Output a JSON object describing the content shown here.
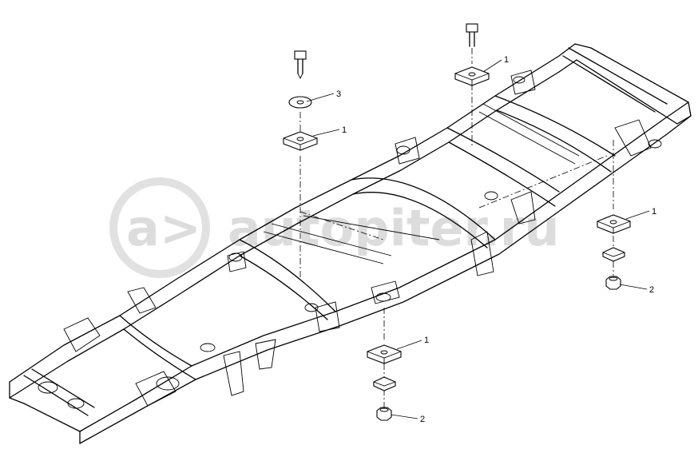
{
  "watermark": {
    "text": "autopiter.ru",
    "logo_glyph": "a>"
  },
  "callouts": [
    {
      "id": "c1a",
      "number": "1"
    },
    {
      "id": "c1b",
      "number": "1"
    },
    {
      "id": "c1c",
      "number": "1"
    },
    {
      "id": "c1d",
      "number": "1"
    },
    {
      "id": "c2a",
      "number": "2"
    },
    {
      "id": "c2b",
      "number": "2"
    },
    {
      "id": "c3",
      "number": "3"
    }
  ],
  "colors": {
    "line": "#000000",
    "background": "#ffffff",
    "watermark": "#d9d9d9"
  }
}
